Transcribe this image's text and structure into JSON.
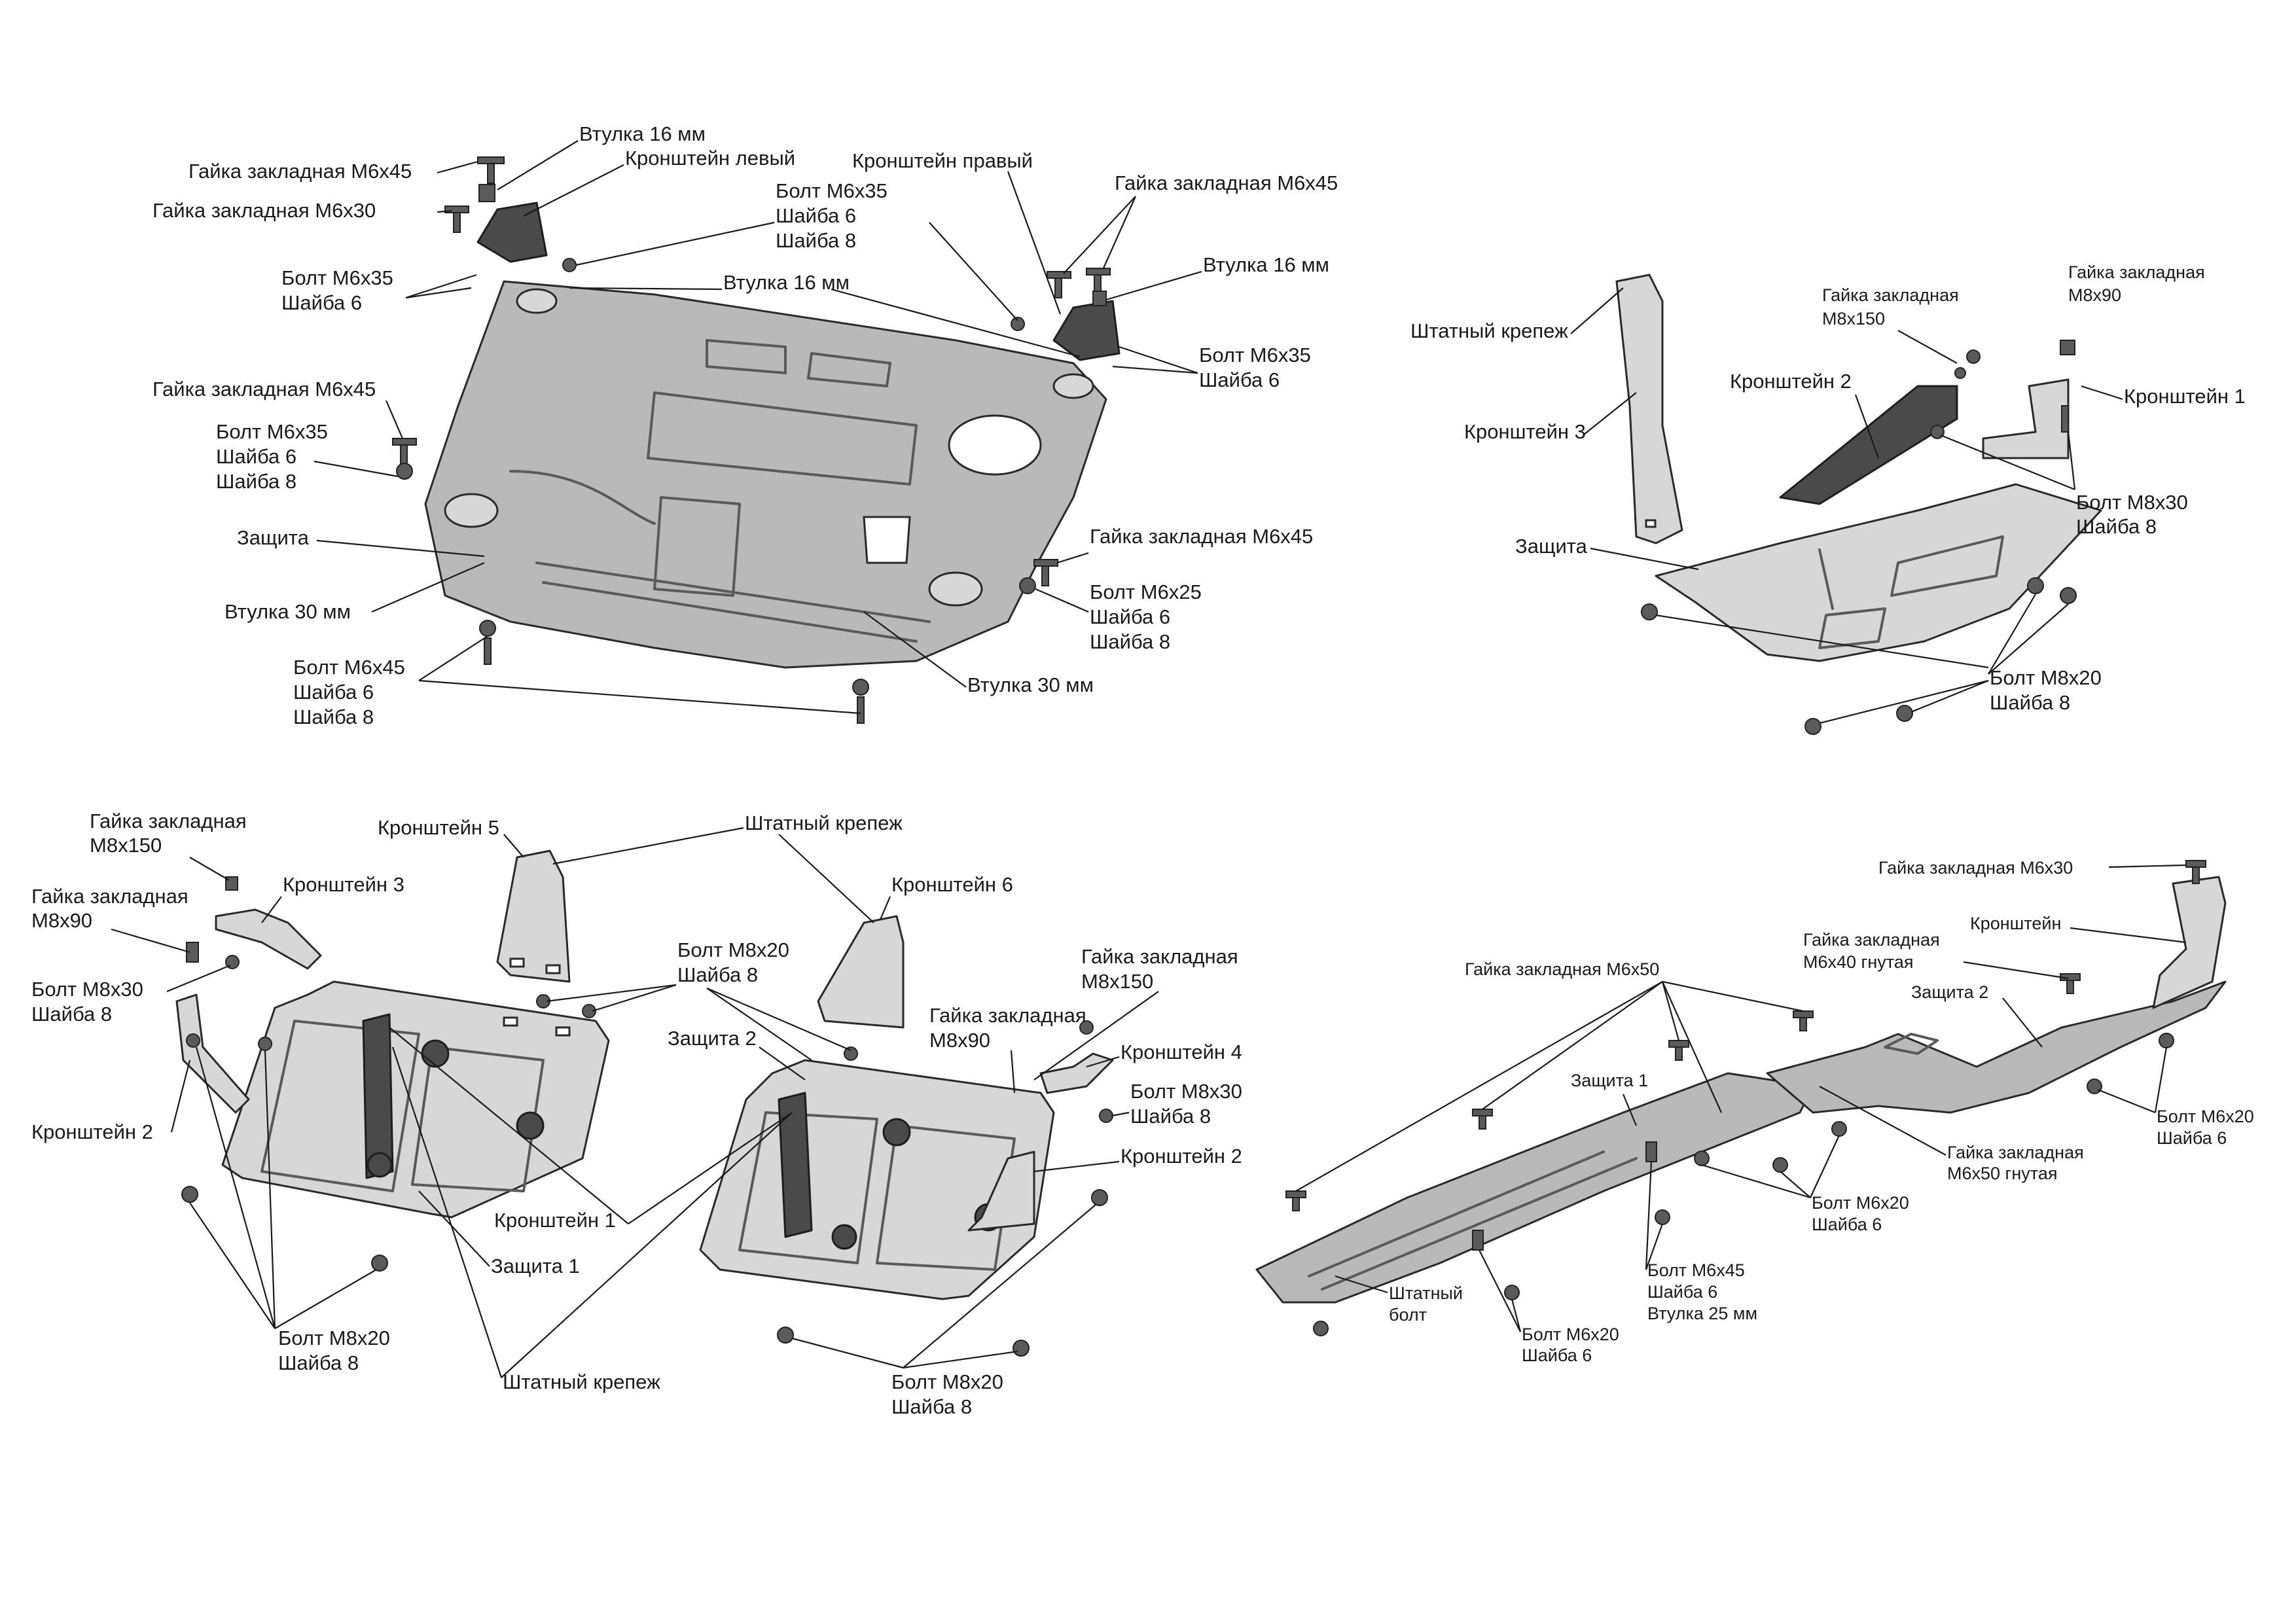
{
  "labels": {
    "a01": "Гайка закладная М6х45",
    "a02": "Втулка 16 мм",
    "a03": "Кронштейн левый",
    "a04": "Гайка закладная М6х30",
    "a05": "Кронштейн правый",
    "a06": "Гайка закладная М6х45",
    "a07": "Болт М6х35",
    "a08": "Шайба 6",
    "a09": "Шайба 8",
    "a10": "Втулка 16 мм",
    "a11": "Болт М6х35",
    "a12": "Шайба 6",
    "a13": "Втулка 16 мм",
    "a14": "Болт М6х35",
    "a15": "Шайба 6",
    "a16": "Гайка закладная М6х45",
    "a17": "Болт М6х35",
    "a18": "Шайба 6",
    "a19": "Шайба 8",
    "a20": "Защита",
    "a21": "Втулка 30 мм",
    "a22": "Гайка закладная М6х45",
    "a23": "Болт М6х25",
    "a24": "Шайба 6",
    "a25": "Шайба 8",
    "a26": "Болт М6х45",
    "a27": "Шайба 6",
    "a28": "Шайба 8",
    "a29": "Втулка 30 мм",
    "b01": "Штатный крепеж",
    "b02": "Кронштейн 3",
    "b03": "Гайка закладная",
    "b04": "М8х150",
    "b05": "Гайка закладная",
    "b06": "М8х90",
    "b07": "Кронштейн 2",
    "b08": "Кронштейн 1",
    "b09": "Болт М8х30",
    "b10": "Шайба 8",
    "b11": "Защита",
    "b12": "Болт М8х20",
    "b13": "Шайба 8",
    "c01": "Гайка закладная",
    "c02": "М8х150",
    "c03": "Гайка закладная",
    "c04": "М8х90",
    "c05": "Кронштейн 3",
    "c06": "Болт М8х30",
    "c07": "Шайба 8",
    "c08": "Кронштейн 2",
    "c09": "Кронштейн 5",
    "c10": "Штатный крепеж",
    "c11": "Кронштейн 6",
    "c12": "Болт М8х20",
    "c13": "Шайба 8",
    "c14": "Защита 2",
    "c15": "Гайка закладная",
    "c16": "М8х150",
    "c17": "Гайка закладная",
    "c18": "М8х90",
    "c19": "Кронштейн 4",
    "c20": "Болт М8х30",
    "c21": "Шайба 8",
    "c22": "Кронштейн 2",
    "c23": "Кронштейн 1",
    "c24": "Защита 1",
    "c25": "Болт М8х20",
    "c26": "Шайба 8",
    "c27": "Штатный крепеж",
    "c28": "Болт М8х20",
    "c29": "Шайба 8",
    "d01": "Гайка закладная М6х30",
    "d02": "Кронштейн",
    "d03": "Гайка закладная",
    "d04": "М6х40 гнутая",
    "d05": "Гайка закладная М6х50",
    "d06": "Защита 2",
    "d07": "Защита 1",
    "d08": "Болт М6х20",
    "d09": "Шайба 6",
    "d10": "Гайка закладная",
    "d11": "М6х50 гнутая",
    "d12": "Болт М6х20",
    "d13": "Шайба 6",
    "d14": "Болт М6х45",
    "d15": "Шайба 6",
    "d16": "Втулка 25 мм",
    "d17": "Штатный",
    "d18": "болт",
    "d19": "Болт М6х20",
    "d20": "Шайба 6"
  }
}
